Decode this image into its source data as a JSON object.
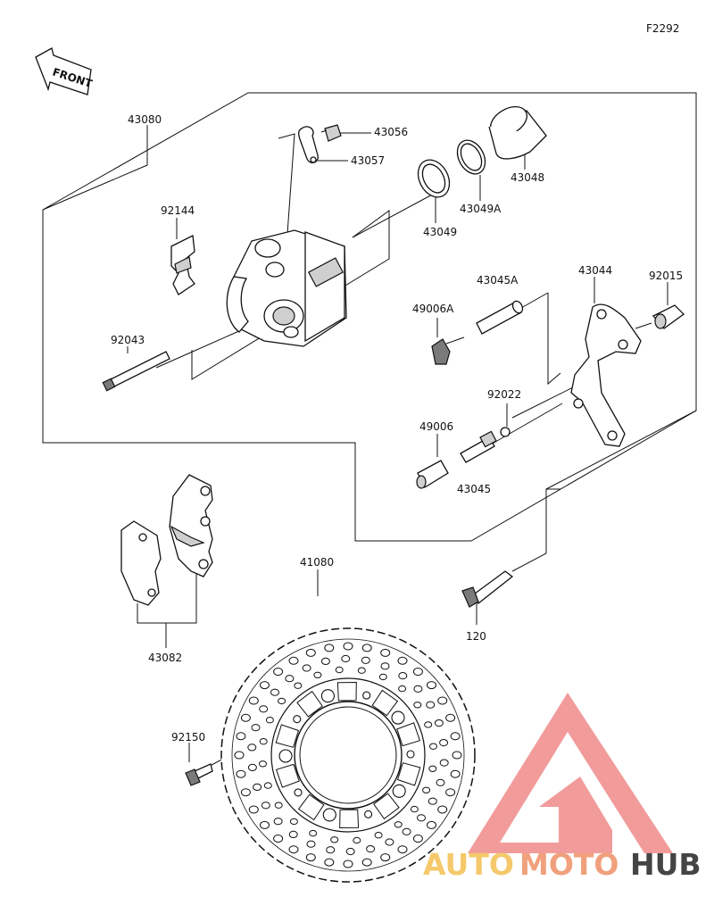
{
  "figure_id": "F2292",
  "front_label": "FRONT",
  "parts": {
    "p43080": "43080",
    "p43056": "43056",
    "p43057": "43057",
    "p43048": "43048",
    "p43049A": "43049A",
    "p43049": "43049",
    "p92144": "92144",
    "p92043": "92043",
    "p43045A": "43045A",
    "p43044": "43044",
    "p92015": "92015",
    "p49006A": "49006A",
    "p92022": "92022",
    "p49006": "49006",
    "p43045": "43045",
    "p43082": "43082",
    "p41080": "41080",
    "p120": "120",
    "p92150": "92150"
  },
  "watermark": {
    "part1": "AUTO",
    "part2": "MOTO",
    "part3": "HUB",
    "color1": "#f5c96b",
    "color2": "#f0a07c",
    "color3": "#444444",
    "logo_color": "#f08a8a"
  }
}
